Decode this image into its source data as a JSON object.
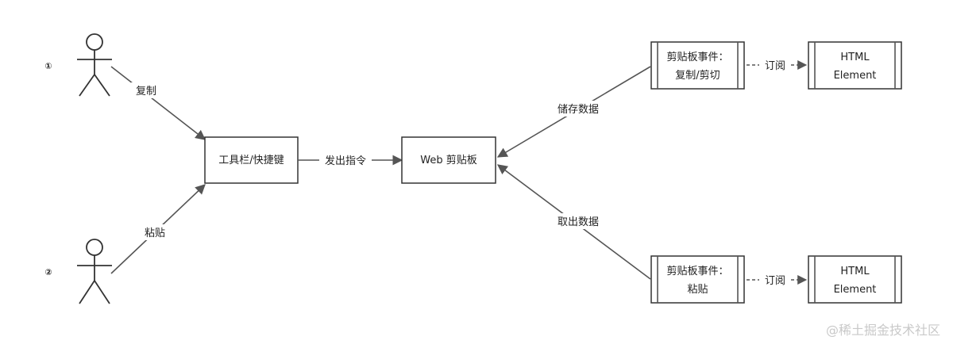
{
  "actors": [
    {
      "marker": "①"
    },
    {
      "marker": "②"
    }
  ],
  "edges": {
    "copy": "复制",
    "paste": "粘贴",
    "command": "发出指令",
    "store": "储存数据",
    "fetch": "取出数据",
    "subscribe_top": "订阅",
    "subscribe_bottom": "订阅"
  },
  "nodes": {
    "toolbar": "工具栏/快捷键",
    "clipboard": "Web 剪贴板",
    "event_copy": {
      "line1": "剪贴板事件：",
      "line2": "复制/剪切"
    },
    "event_paste": {
      "line1": "剪贴板事件：",
      "line2": "粘贴"
    },
    "html_top": {
      "line1": "HTML",
      "line2": "Element"
    },
    "html_bottom": {
      "line1": "HTML",
      "line2": "Element"
    }
  },
  "watermark": "@稀土掘金技术社区"
}
